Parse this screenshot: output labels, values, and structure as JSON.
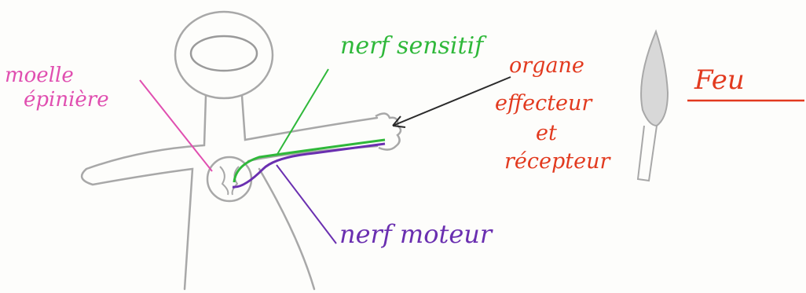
{
  "labels": {
    "spinal_cord": [
      "moelle",
      "épinière"
    ],
    "sensory_nerve": "nerf sensitif",
    "organ": [
      "organe",
      "effecteur",
      "et",
      "récepteur"
    ],
    "motor_nerve": "nerf moteur",
    "fire": "Feu"
  },
  "colors": {
    "outline": "#a8a8a8",
    "spinal_cord_label": "#e04fb0",
    "sensory_nerve": "#2fb83a",
    "motor_nerve": "#6a2fb0",
    "organ_label": "#e23a1f",
    "arrow": "#2b2b2b"
  }
}
